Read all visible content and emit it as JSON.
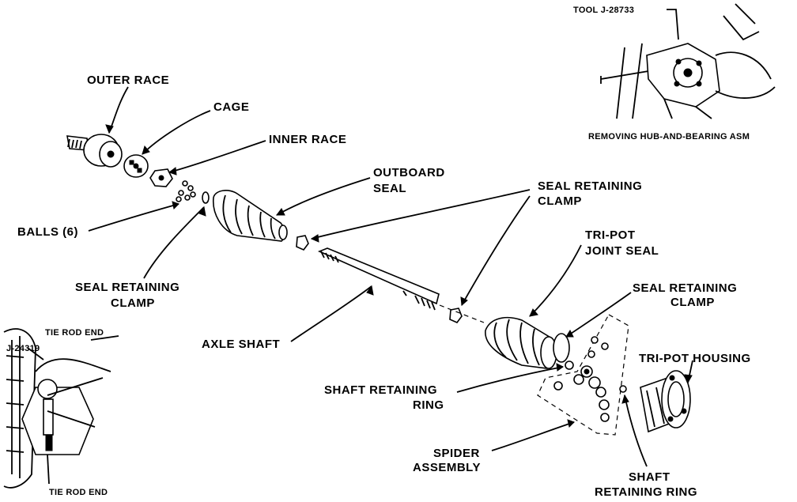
{
  "labels": {
    "outer_race": "OUTER RACE",
    "cage": "CAGE",
    "inner_race": "INNER RACE",
    "outboard_seal_1": "OUTBOARD",
    "outboard_seal_2": "SEAL",
    "balls": "BALLS (6)",
    "seal_clamp_left_1": "SEAL  RETAINING",
    "seal_clamp_left_2": "CLAMP",
    "seal_clamp_top_1": "SEAL RETAINING",
    "seal_clamp_top_2": "CLAMP",
    "tripot_seal_1": "TRI-POT",
    "tripot_seal_2": "JOINT SEAL",
    "seal_clamp_right_1": "SEAL RETAINING",
    "seal_clamp_right_2": "CLAMP",
    "axle_shaft": "AXLE SHAFT",
    "tripot_housing": "TRI-POT HOUSING",
    "shaft_ring_left_1": "SHAFT RETAINING",
    "shaft_ring_left_2": "RING",
    "spider_1": "SPIDER",
    "spider_2": "ASSEMBLY",
    "shaft_ring_right_1": "SHAFT",
    "shaft_ring_right_2": "RETAINING RING"
  },
  "inset_hub": {
    "tool_label": "TOOL J-28733",
    "caption": "REMOVING HUB-AND-BEARING ASM"
  },
  "inset_tierod": {
    "top_label": "TIE ROD END",
    "tool_label": "J-24319",
    "bottom_label": "TIE ROD END"
  }
}
